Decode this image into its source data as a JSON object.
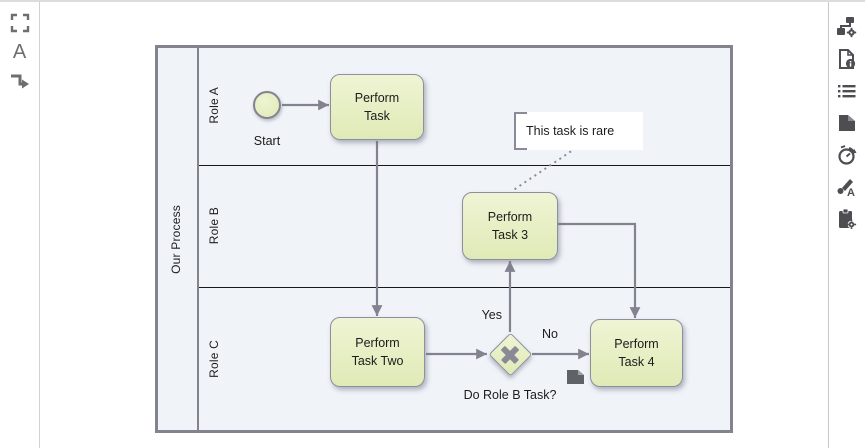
{
  "left_toolbar": {
    "tools": [
      {
        "name": "fit-viewport-icon"
      },
      {
        "name": "font-tool-icon",
        "glyph": "A"
      },
      {
        "name": "connector-tool-icon"
      }
    ]
  },
  "right_toolbar": {
    "tools": [
      {
        "name": "diagram-settings-icon"
      },
      {
        "name": "document-info-icon"
      },
      {
        "name": "properties-list-icon"
      },
      {
        "name": "file-icon"
      },
      {
        "name": "reset-history-icon"
      },
      {
        "name": "appearance-font-icon"
      },
      {
        "name": "clipboard-settings-icon"
      }
    ]
  },
  "diagram": {
    "pool": {
      "label": "Our Process",
      "lanes": [
        {
          "label": "Role A"
        },
        {
          "label": "Role B"
        },
        {
          "label": "Role C"
        }
      ]
    },
    "nodes": {
      "start_event": {
        "label": "Start"
      },
      "task_perform": {
        "line1": "Perform",
        "line2": "Task"
      },
      "task_perform_3": {
        "line1": "Perform",
        "line2": "Task 3"
      },
      "task_perform_two": {
        "line1": "Perform",
        "line2": "Task Two"
      },
      "task_perform_4": {
        "line1": "Perform",
        "line2": "Task 4"
      },
      "gateway": {
        "label": "Do Role B Task?"
      },
      "annotation": {
        "text": "This task is rare"
      }
    },
    "edge_labels": {
      "yes": "Yes",
      "no": "No"
    },
    "colors": {
      "node_fill": "#e8efc6",
      "node_border": "#8b8f9e",
      "connection": "#8a8a99",
      "pool_border": "#83838f",
      "lane_divider": "#17171b",
      "pool_background": "#f0f3f8"
    }
  }
}
